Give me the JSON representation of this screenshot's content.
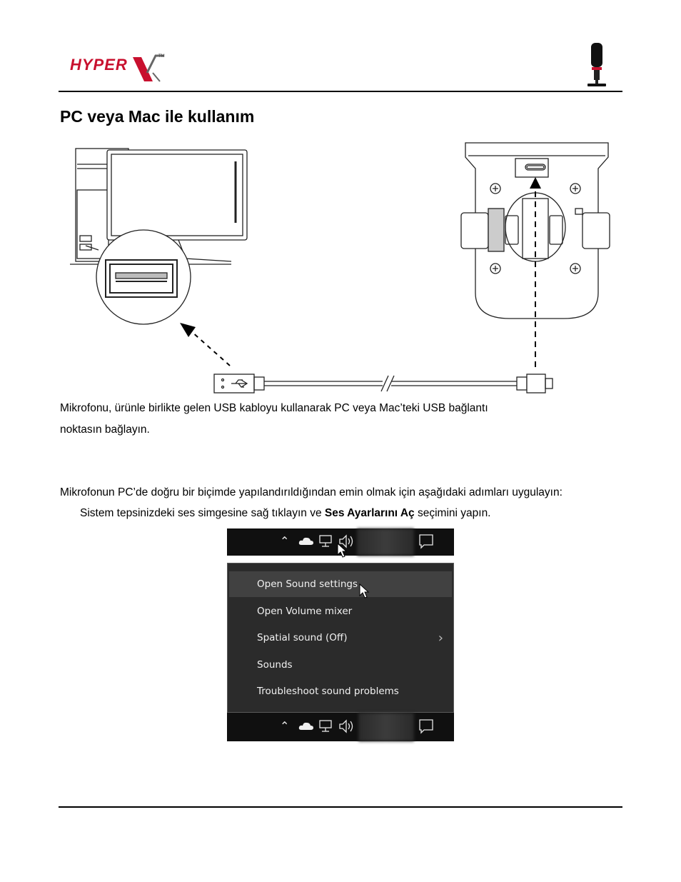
{
  "header": {
    "brand": "HYPER",
    "trademark": "TM",
    "product_icon": "microphone-icon"
  },
  "section": {
    "title": "PC veya Mac ile kullanım"
  },
  "body": {
    "connect_line1": "Mikrofonu, ürünle birlikte gelen USB kabloyu kullanarak PC veya Mac’teki USB bağlantı",
    "connect_line2": "noktasın   bağlayın.",
    "steps_intro": "Mikrofonun PC’de doğru bir biçimde yapılandırıldığından emin olmak için aşağıdaki adımları uygulayın:",
    "step1_pre": "Sistem tepsinizdeki ses simgesine sağ tıklayın ve ",
    "step1_bold": "Ses Ayarlarını Aç",
    "step1_post": " seçimini yapın."
  },
  "taskbar": {
    "icons": [
      "chevron-up-icon",
      "cloud-icon",
      "network-icon",
      "speaker-icon",
      "notification-icon"
    ]
  },
  "context_menu": {
    "items": [
      {
        "label": "Open Sound settings",
        "highlighted": true,
        "submenu": false
      },
      {
        "label": "Open Volume mixer",
        "highlighted": false,
        "submenu": false
      },
      {
        "label": "Spatial sound (Off)",
        "highlighted": false,
        "submenu": true
      },
      {
        "label": "Sounds",
        "highlighted": false,
        "submenu": false
      },
      {
        "label": "Troubleshoot sound problems",
        "highlighted": false,
        "submenu": false
      }
    ]
  },
  "colors": {
    "brand_red": "#c8102e",
    "taskbar_bg": "#101010",
    "menu_bg": "#2b2b2b",
    "menu_highlight": "#414141"
  }
}
